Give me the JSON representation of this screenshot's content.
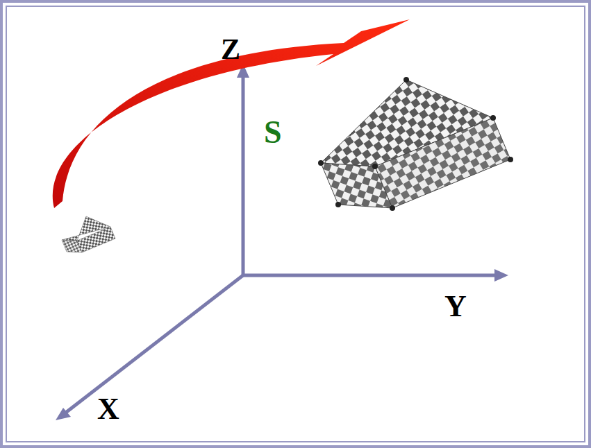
{
  "diagram": {
    "labels": [
      "Z",
      "S",
      "Y",
      "X"
    ]
  }
}
